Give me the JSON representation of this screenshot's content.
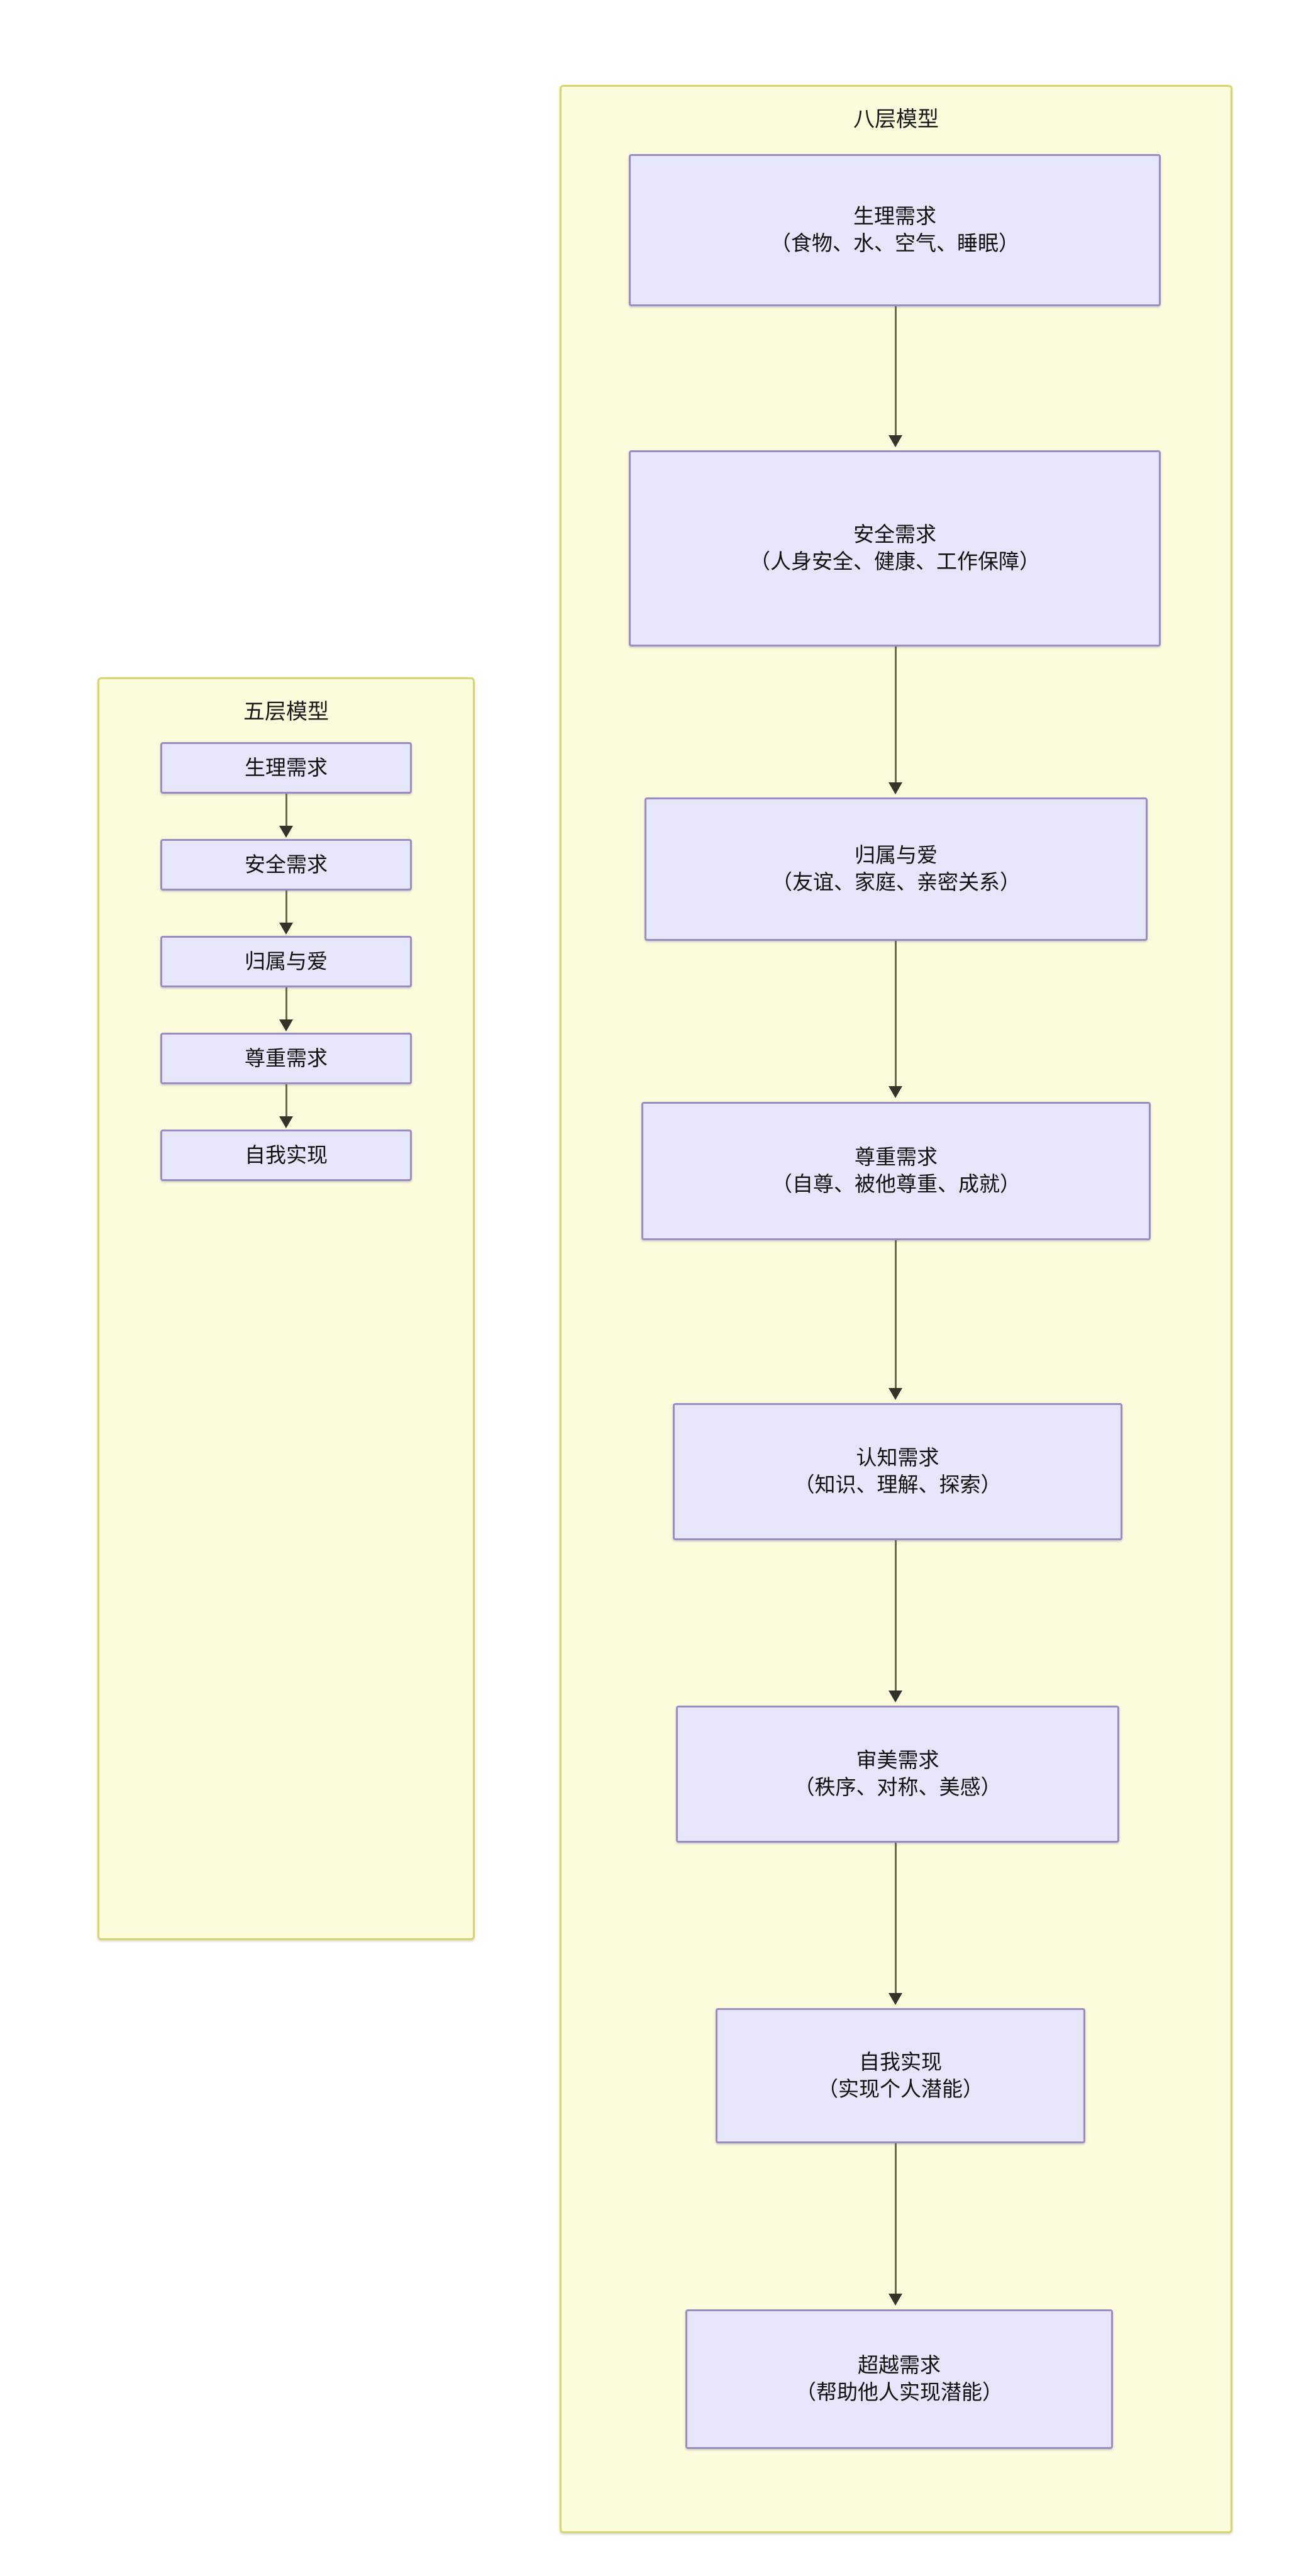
{
  "diagram": {
    "background_color": "#ffffff",
    "cluster_fill": "#fcfcdc",
    "cluster_border": "#d6d66e",
    "node_fill": "#e6e6fa",
    "node_border": "#9b8cc4",
    "edge_color": "#6b6b4a",
    "arrow_color": "#33332a"
  },
  "clusters": [
    {
      "id": "five-layer",
      "title": "五层模型",
      "nodes": [
        {
          "id": "f1",
          "title": "生理需求",
          "detail": ""
        },
        {
          "id": "f2",
          "title": "安全需求",
          "detail": ""
        },
        {
          "id": "f3",
          "title": "归属与爱",
          "detail": ""
        },
        {
          "id": "f4",
          "title": "尊重需求",
          "detail": ""
        },
        {
          "id": "f5",
          "title": "自我实现",
          "detail": ""
        }
      ],
      "edges": [
        {
          "from": "f1",
          "to": "f2"
        },
        {
          "from": "f2",
          "to": "f3"
        },
        {
          "from": "f3",
          "to": "f4"
        },
        {
          "from": "f4",
          "to": "f5"
        }
      ]
    },
    {
      "id": "eight-layer",
      "title": "八层模型",
      "nodes": [
        {
          "id": "e1",
          "title": "生理需求",
          "detail": "（食物、水、空气、睡眠）"
        },
        {
          "id": "e2",
          "title": "安全需求",
          "detail": "（人身安全、健康、工作保障）"
        },
        {
          "id": "e3",
          "title": "归属与爱",
          "detail": "（友谊、家庭、亲密关系）"
        },
        {
          "id": "e4",
          "title": "尊重需求",
          "detail": "（自尊、被他尊重、成就）"
        },
        {
          "id": "e5",
          "title": "认知需求",
          "detail": "（知识、理解、探索）"
        },
        {
          "id": "e6",
          "title": "审美需求",
          "detail": "（秩序、对称、美感）"
        },
        {
          "id": "e7",
          "title": "自我实现",
          "detail": "（实现个人潜能）"
        },
        {
          "id": "e8",
          "title": "超越需求",
          "detail": "（帮助他人实现潜能）"
        }
      ],
      "edges": [
        {
          "from": "e1",
          "to": "e2"
        },
        {
          "from": "e2",
          "to": "e3"
        },
        {
          "from": "e3",
          "to": "e4"
        },
        {
          "from": "e4",
          "to": "e5"
        },
        {
          "from": "e5",
          "to": "e6"
        },
        {
          "from": "e6",
          "to": "e7"
        },
        {
          "from": "e7",
          "to": "e8"
        }
      ]
    }
  ]
}
